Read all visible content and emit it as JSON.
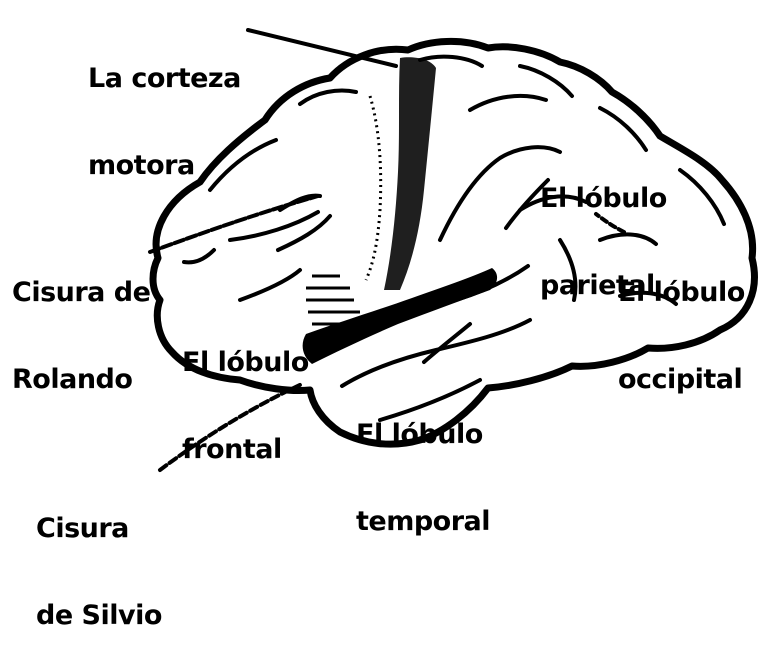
{
  "colors": {
    "ink": "#000000",
    "paper": "#ffffff"
  },
  "labels": {
    "motor_cortex": {
      "line1": "La corteza",
      "line2": "motora"
    },
    "rolando": {
      "line1": "Cisura de",
      "line2": "Rolando"
    },
    "frontal": {
      "line1": "El lóbulo",
      "line2": "frontal"
    },
    "parietal": {
      "line1": "El lóbulo",
      "line2": "parietal"
    },
    "occipital": {
      "line1": "El lóbulo",
      "line2": "occipital"
    },
    "temporal": {
      "line1": "El lóbulo",
      "line2": "temporal"
    },
    "silvio": {
      "line1": "Cisura",
      "line2": "de Silvio"
    }
  }
}
